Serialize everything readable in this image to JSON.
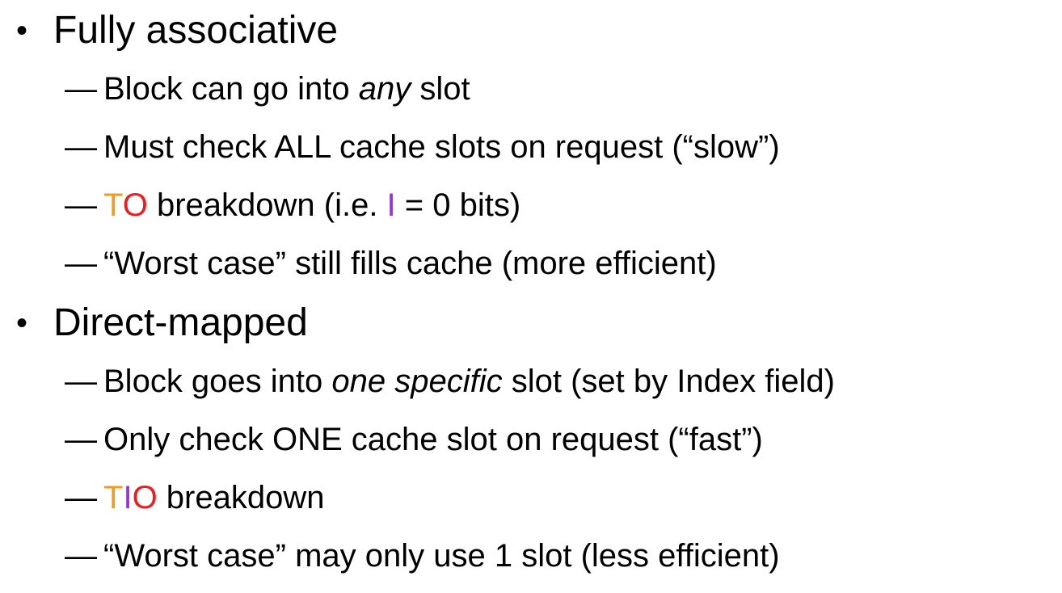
{
  "slide": {
    "sections": [
      {
        "title": "Fully associative",
        "bullet": "•",
        "items": [
          {
            "dash": "—",
            "pre": "Block can go into ",
            "em": "any",
            "post": " slot"
          },
          {
            "dash": "—",
            "text": "Must check ALL cache slots on request (“slow”)"
          },
          {
            "dash": "—",
            "t": "T",
            "o": "O",
            "mid": " breakdown (i.e. ",
            "i": "I",
            "post": " = 0 bits)"
          },
          {
            "dash": "—",
            "text": "“Worst case” still fills cache (more efficient)"
          }
        ]
      },
      {
        "title": "Direct-mapped",
        "bullet": "•",
        "items": [
          {
            "dash": "—",
            "pre": "Block goes into ",
            "em": "one specific",
            "post": " slot (set by Index field)"
          },
          {
            "dash": "—",
            "text": "Only check ONE cache slot on request (“fast”)"
          },
          {
            "dash": "—",
            "t": "T",
            "i": "I",
            "o": "O",
            "post": " breakdown"
          },
          {
            "dash": "—",
            "text": "“Worst case” may only use 1 slot (less efficient)"
          }
        ]
      }
    ]
  },
  "colors": {
    "tag": "#f39b1e",
    "offset": "#ee1c1c",
    "index": "#9b2fe6"
  }
}
